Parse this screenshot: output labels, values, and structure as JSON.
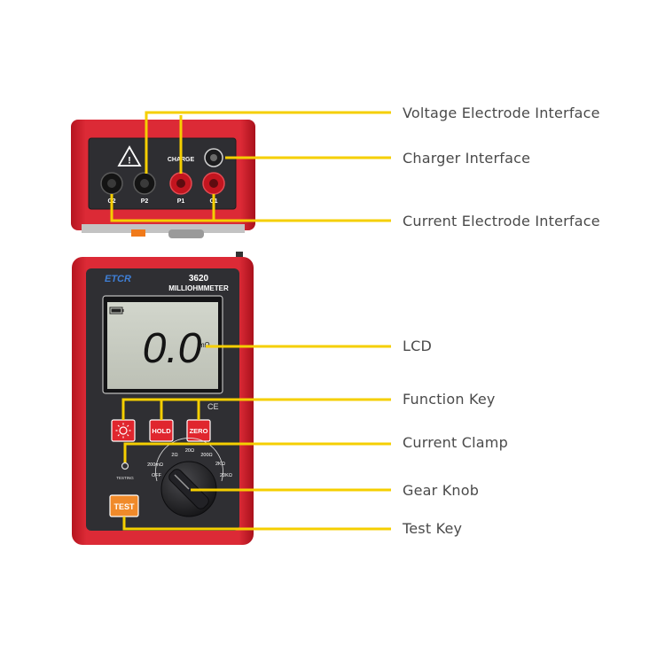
{
  "callouts": [
    {
      "id": "voltage",
      "label": "Voltage Electrode Interface"
    },
    {
      "id": "charger",
      "label": "Charger Interface"
    },
    {
      "id": "current-electrode",
      "label": "Current Electrode Interface"
    },
    {
      "id": "lcd",
      "label": "LCD"
    },
    {
      "id": "function-key",
      "label": "Function Key"
    },
    {
      "id": "current-clamp",
      "label": "Current Clamp"
    },
    {
      "id": "gear-knob",
      "label": "Gear Knob"
    },
    {
      "id": "test-key",
      "label": "Test Key"
    }
  ],
  "top_panel": {
    "charge_label": "CHARGE",
    "terminals": [
      "C2",
      "P2",
      "P1",
      "C1"
    ]
  },
  "device": {
    "brand": "ETCR",
    "model": "3620",
    "name": "MILLIOHMMETER",
    "lcd_value": "0.0",
    "lcd_unit": "mΩ",
    "keys": {
      "hold": "HOLD",
      "zero": "ZERO",
      "test": "TEST"
    },
    "testing_label": "TESTING",
    "dial": {
      "off": "OFF",
      "r200m": "200mΩ",
      "r2": "2Ω",
      "r20": "20Ω",
      "r200": "200Ω",
      "r2k": "2KΩ",
      "r20k": "20KΩ"
    }
  },
  "colors": {
    "leader": "#f5cf00",
    "case_red": "#d7222f",
    "panel_dark": "#2f2f33",
    "key_red": "#e0262e",
    "test_key": "#f08a2a",
    "lcd_bg": "#c9cdc2"
  }
}
